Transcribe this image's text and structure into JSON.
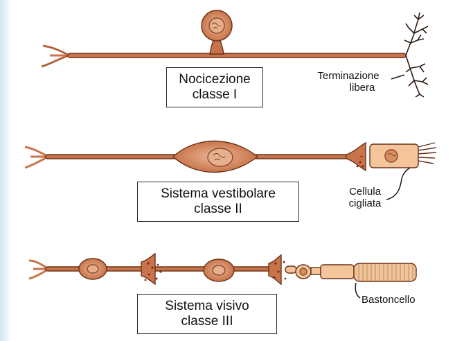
{
  "colors": {
    "neuron_fill": "#c8744a",
    "neuron_stroke": "#6b3218",
    "soma_inner": "#e7b08c",
    "receptor_fill": "#f4c59a",
    "vesicle": "#8a2020",
    "ink": "#1a1a1a"
  },
  "panels": [
    {
      "box_line1": "Nocicezione",
      "box_line2": "classe I",
      "callout_line1": "Terminazione",
      "callout_line2": "libera",
      "callout_icon": "free-nerve-ending-icon"
    },
    {
      "box_line1": "Sistema vestibolare",
      "box_line2": "classe II",
      "callout_line1": "Cellula",
      "callout_line2": "cigliata",
      "callout_icon": "hair-cell-icon"
    },
    {
      "box_line1": "Sistema visivo",
      "box_line2": "classe III",
      "callout_line1": "Bastoncello",
      "callout_icon": "rod-cell-icon"
    }
  ]
}
